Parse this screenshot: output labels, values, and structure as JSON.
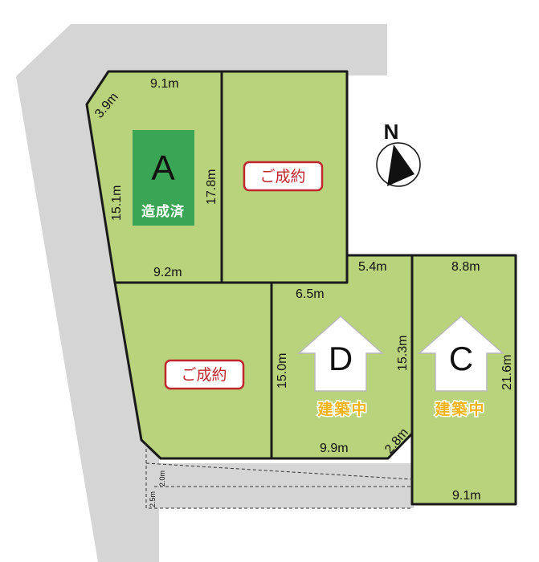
{
  "lots": {
    "a": {
      "letter": "A",
      "status": "造成済",
      "dims": {
        "top": "9.1m",
        "corner": "3.9m",
        "left": "15.1m",
        "right": "17.8m",
        "bottom": "9.2m"
      }
    },
    "top_right": {
      "status": "ご成約"
    },
    "bottom_left": {
      "status": "ご成約"
    },
    "d": {
      "letter": "D",
      "status": "建築中",
      "dims": {
        "top_right": "5.4m",
        "top": "6.5m",
        "left": "15.0m",
        "right": "15.3m",
        "bottom": "9.9m",
        "corner": "2.8m"
      }
    },
    "c": {
      "letter": "C",
      "status": "建築中",
      "dims": {
        "top": "8.8m",
        "right": "21.6m",
        "bottom": "9.1m"
      }
    }
  },
  "road": {
    "dims": {
      "width_left": "2.5m",
      "width_right": "2.0m"
    }
  },
  "compass": {
    "label": "N"
  },
  "colors": {
    "lot_fill": "#b9d37c",
    "road_fill": "#d5d5d5",
    "sold_red": "#c0272d",
    "developed_green": "#3aa655",
    "building_yellow": "#f2b418"
  }
}
